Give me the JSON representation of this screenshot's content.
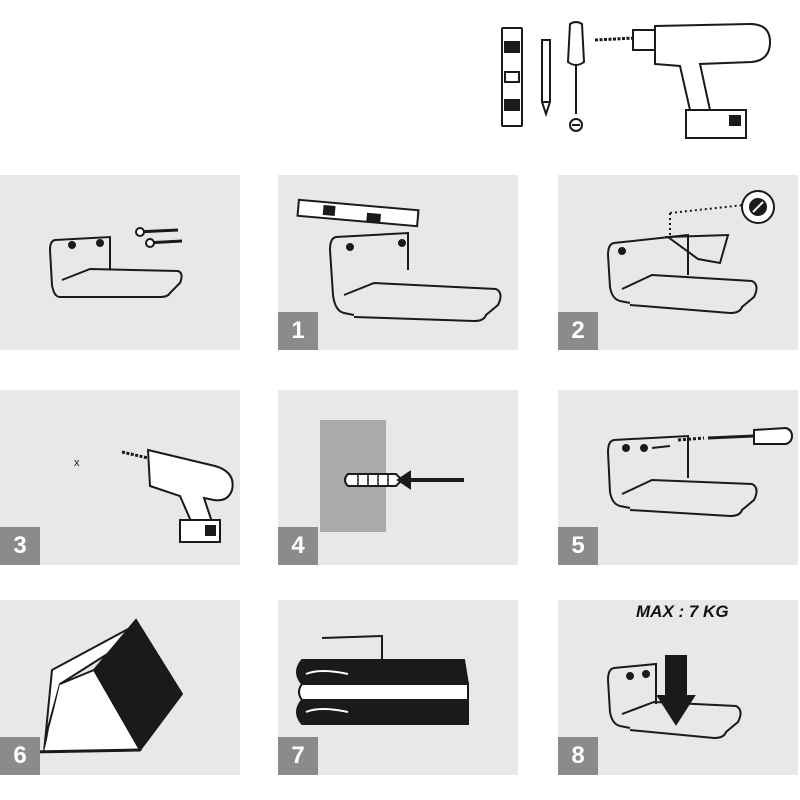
{
  "tools": [
    "spirit-level",
    "pencil",
    "screwdriver",
    "cordless-drill"
  ],
  "steps": [
    {
      "number": "",
      "icon": "shelf-with-screws-icon"
    },
    {
      "number": "1",
      "icon": "level-on-shelf-icon"
    },
    {
      "number": "2",
      "icon": "mark-holes-icon"
    },
    {
      "number": "3",
      "icon": "drill-wall-icon"
    },
    {
      "number": "4",
      "icon": "insert-plug-icon"
    },
    {
      "number": "5",
      "icon": "screw-shelf-icon"
    },
    {
      "number": "6",
      "icon": "book-slide-icon"
    },
    {
      "number": "7",
      "icon": "books-stacked-icon"
    },
    {
      "number": "8",
      "icon": "load-arrow-icon"
    }
  ],
  "max_load_label": "MAX : 7 KG",
  "colors": {
    "panel_bg": "#e8e8e8",
    "badge_bg": "#8b8b8b",
    "ink": "#1a1a1a"
  }
}
